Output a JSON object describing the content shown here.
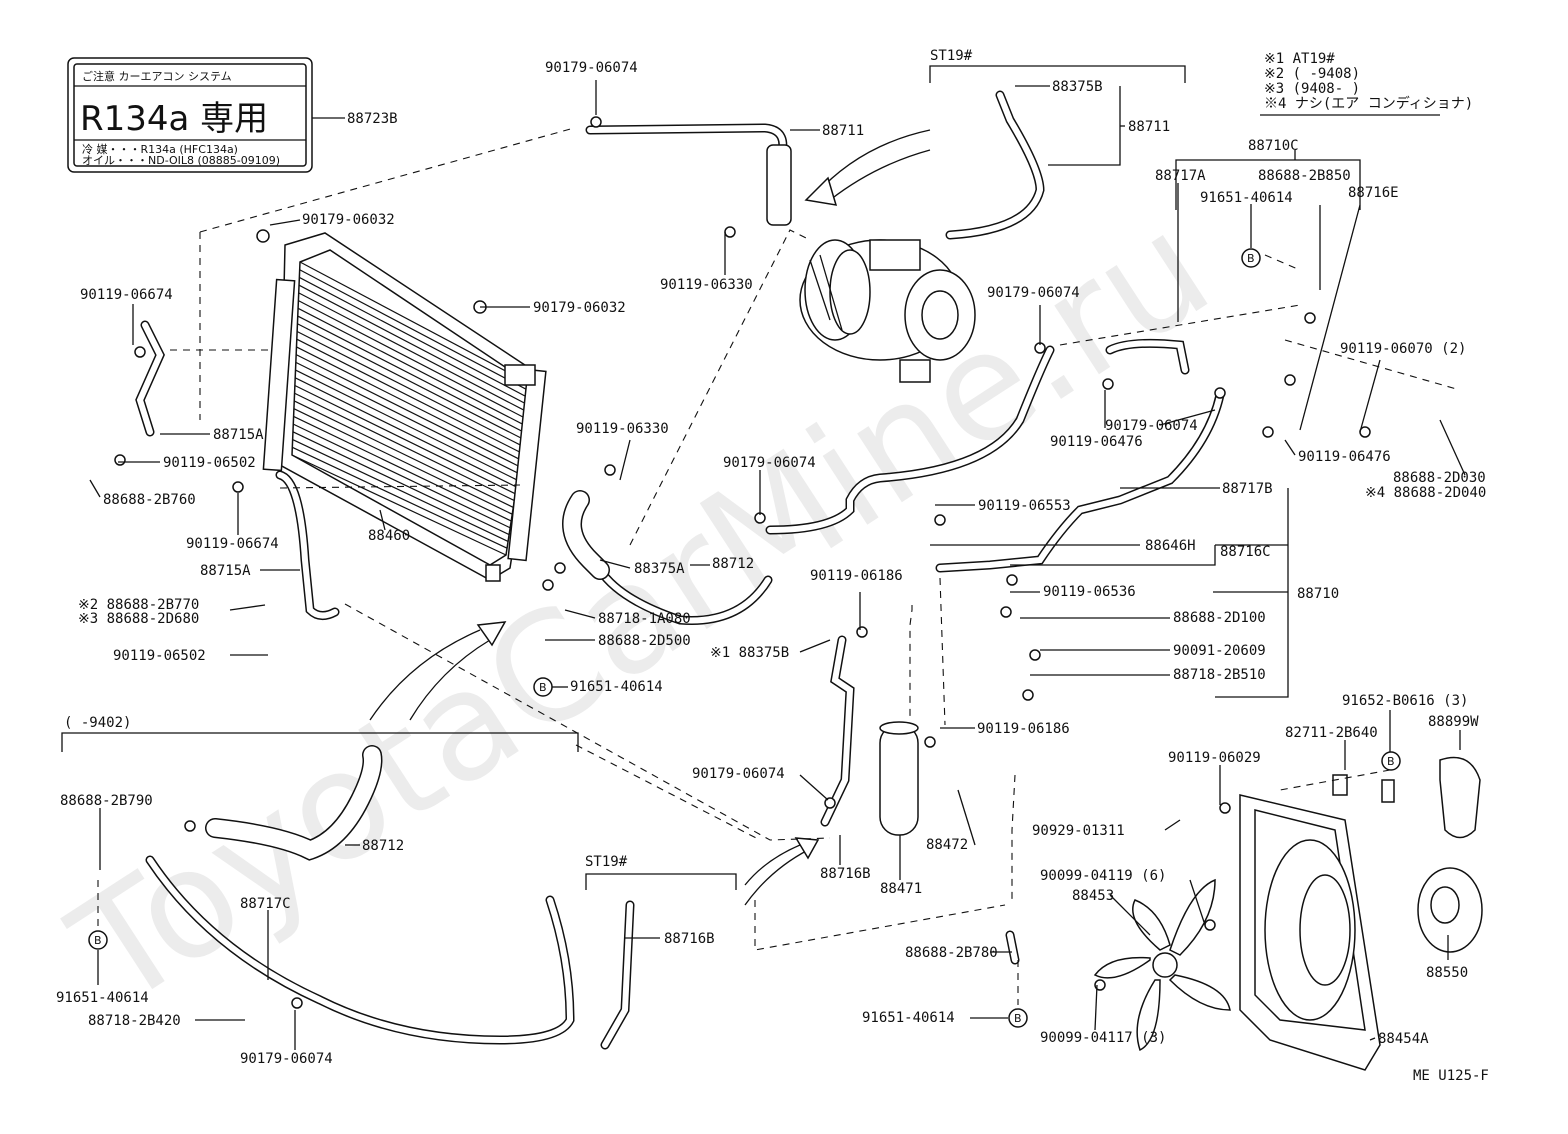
{
  "diagram": {
    "warning_label": {
      "line1": "ご注意    カーエアコン  システム",
      "main": "R134a  専用",
      "line3": "冷 媒・・・R134a (HFC134a)",
      "line4": "オイル・・・ND-OIL8 (08885-09109)"
    },
    "notes": [
      "※1  AT19#",
      "※2  (      -9408)",
      "※3  (9408-      )",
      "※4  ナシ(エア コンディショナ)"
    ],
    "group_labels": {
      "st19_top": "ST19#",
      "st19_bottom": "ST19#",
      "year_9402": "(    -9402)"
    },
    "callouts": [
      "90179-06074",
      "88711",
      "88723B",
      "88375B",
      "88711",
      "90179-06032",
      "90119-06330",
      "90179-06032",
      "90119-06674",
      "88715A",
      "90119-06502",
      "88688-2B760",
      "88710C",
      "88717A",
      "88688-2B850",
      "88716E",
      "91651-40614",
      "90179-06074",
      "90119-06070 (2)",
      "90179-06074",
      "90119-06476",
      "90119-06476",
      "88688-2D030",
      "※4 88688-2D040",
      "90119-06330",
      "90179-06074",
      "88717B",
      "90119-06553",
      "88646H",
      "88716C",
      "88375A",
      "88712",
      "90119-06674",
      "88715A",
      "88460",
      "90119-06186",
      "90119-06536",
      "88710",
      "※2  88688-2B770",
      "※3  88688-2D680",
      "88718-1A080",
      "88688-2D100",
      "88688-2D500",
      "90091-20609",
      "90119-06502",
      "※1  88375B",
      "88718-2B510",
      "91651-40614",
      "91652-B0616 (3)",
      "90119-06186",
      "82711-2B640",
      "88899W",
      "90179-06074",
      "90119-06029",
      "88688-2B790",
      "88712",
      "90929-01311",
      "88472",
      "88716B",
      "88471",
      "90099-04119 (6)",
      "88453",
      "88717C",
      "88716B",
      "88688-2B780",
      "88550",
      "91651-40614",
      "88718-2B420",
      "91651-40614",
      "90099-04117 (3)",
      "90179-06074",
      "88454A",
      "ME U125-F"
    ],
    "bolt_marker": "B",
    "watermark": "ToyotaCarMine.ru"
  }
}
